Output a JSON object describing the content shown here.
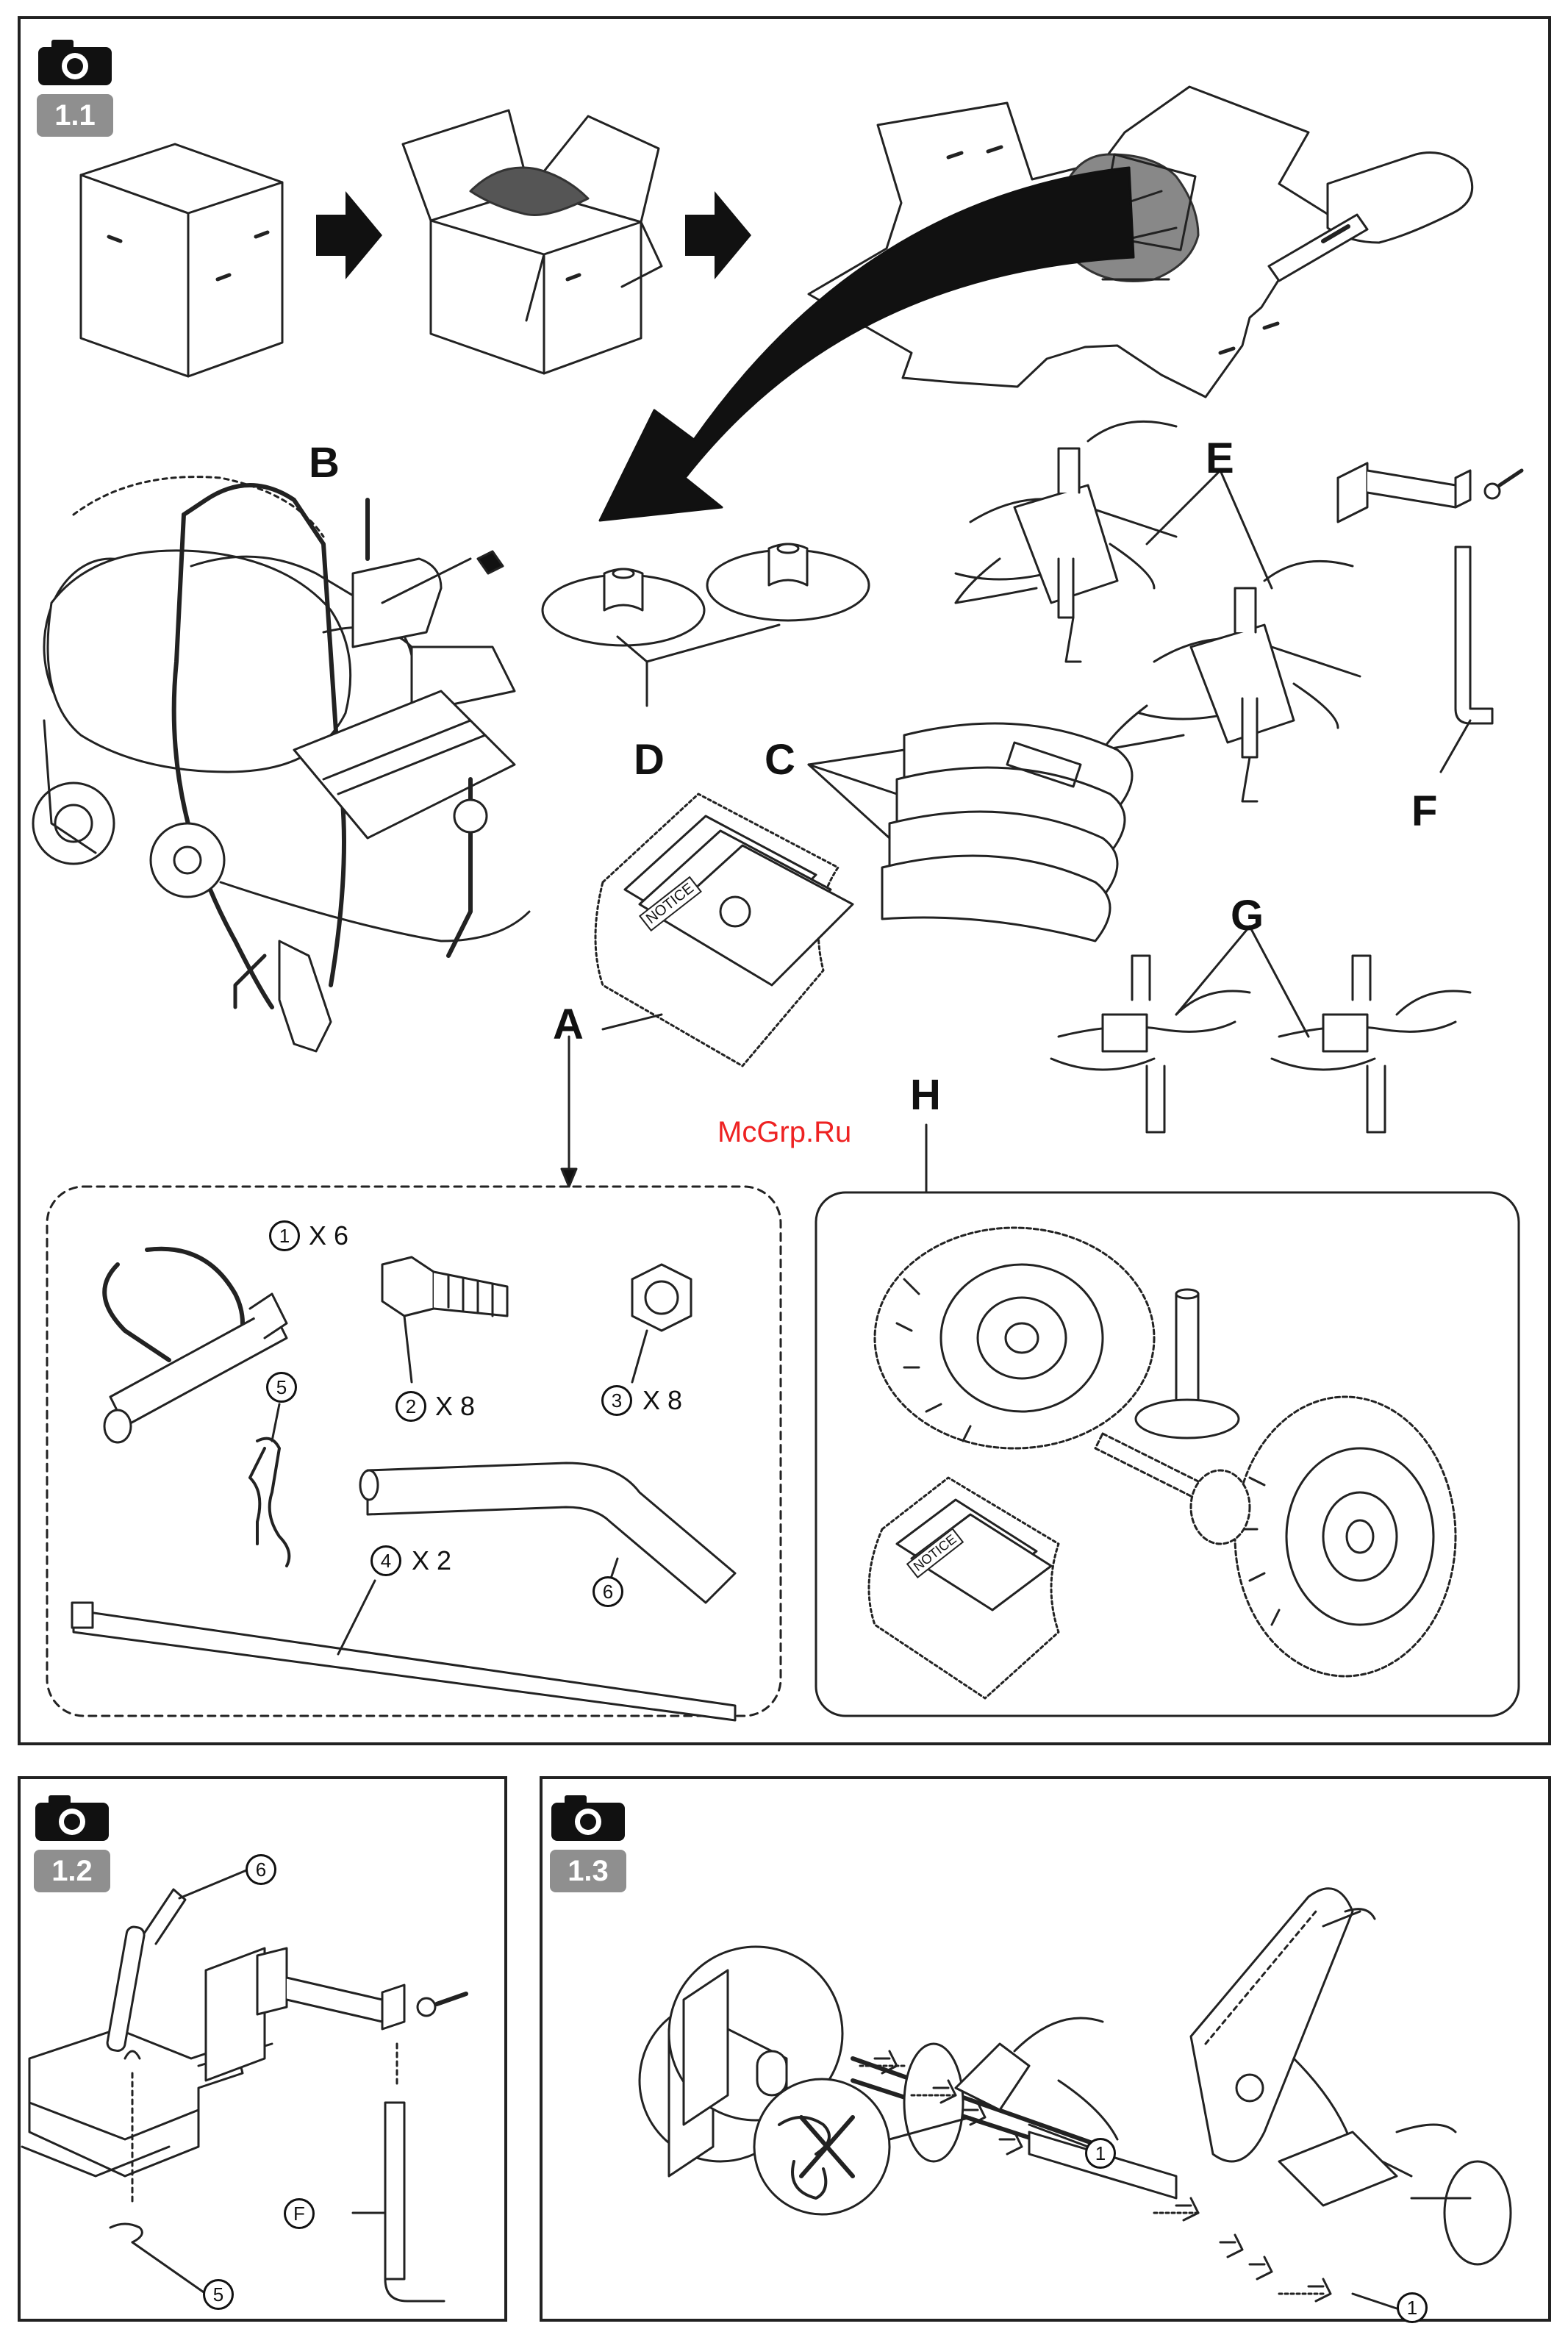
{
  "panels": {
    "p1": {
      "badge": "1.1"
    },
    "p2": {
      "badge": "1.2"
    },
    "p3": {
      "badge": "1.3"
    }
  },
  "letters": {
    "A": "A",
    "B": "B",
    "C": "C",
    "D": "D",
    "E": "E",
    "F": "F",
    "G": "G",
    "H": "H"
  },
  "parts": {
    "p1": {
      "num": "1",
      "qty": "X 6"
    },
    "p2": {
      "num": "2",
      "qty": "X 8"
    },
    "p3": {
      "num": "3",
      "qty": "X 8"
    },
    "p4": {
      "num": "4",
      "qty": "X 2"
    },
    "p5": {
      "num": "5"
    },
    "p6": {
      "num": "6"
    }
  },
  "notice": {
    "a": "NOTICE",
    "h": "NOTICE"
  },
  "panel2_labels": {
    "six": "6",
    "F": "F",
    "five": "5"
  },
  "panel3_labels": {
    "one_a": "1",
    "one_b": "1"
  },
  "watermark": "McGrp.Ru",
  "icons": [
    "camera-icon"
  ]
}
